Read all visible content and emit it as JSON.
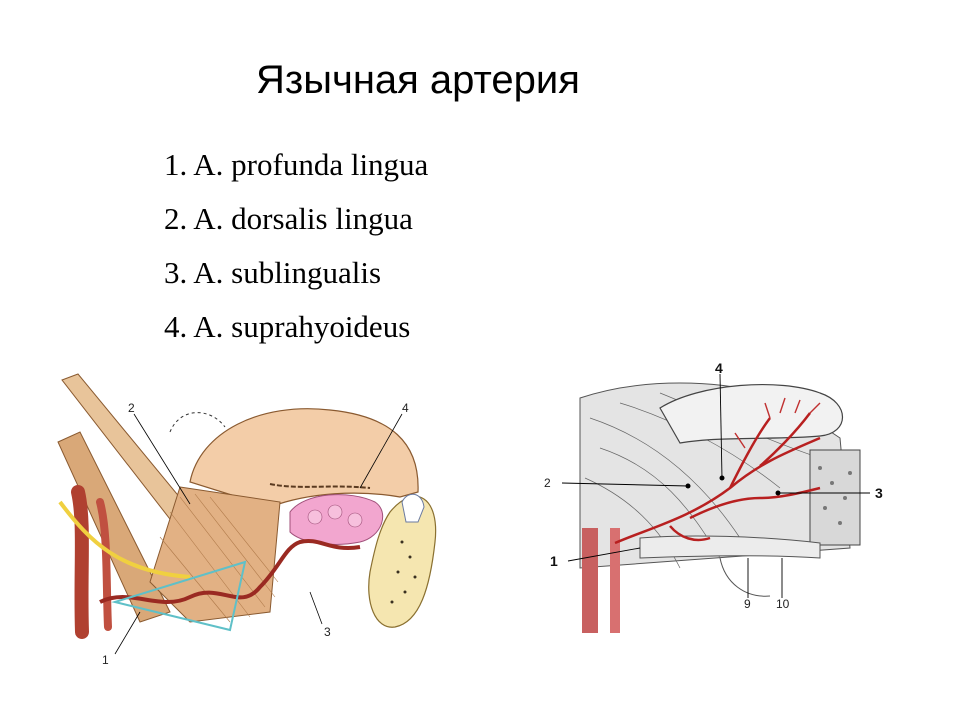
{
  "title": "Язычная артерия",
  "items": [
    "1. A. profunda lingua",
    "2. A. dorsalis lingua",
    "3. A. sublingualis",
    "4. A. suprahyoideus"
  ],
  "figure_left": {
    "labels": [
      "1",
      "2",
      "3",
      "4"
    ]
  },
  "figure_right": {
    "labels": [
      "1",
      "2",
      "3",
      "4",
      "9",
      "10"
    ]
  }
}
